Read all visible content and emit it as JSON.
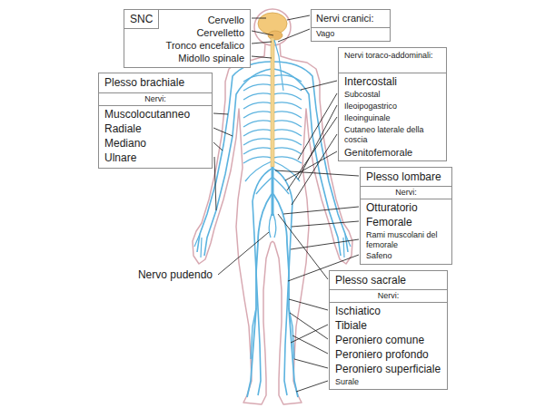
{
  "diagram": {
    "nodes": [
      {
        "text": [
          "SNC",
          "Cervello",
          "Cervelletto",
          "Tronco encefalico",
          "Midollo spinale"
        ]
      },
      {
        "text": [
          "Nervi cranici:",
          "Vago"
        ]
      },
      {
        "text": [
          "Plesso brachiale",
          "Nervi:",
          "Muscolocutanneo",
          "Radiale",
          "Mediano",
          "Ulnare"
        ]
      },
      {
        "text": [
          "Nervi toraco-addominali:",
          "Intercostali",
          "Subcostal",
          "Ileoipogastrico",
          "Ileoinguinale",
          "Cutaneo laterale della coscia",
          "Genitofemorale"
        ]
      },
      {
        "text": [
          "Plesso lombare",
          "Nervi:",
          "Otturatorio",
          "Femorale",
          "Rami muscolani del femorale",
          "Safeno"
        ]
      },
      {
        "text": [
          "Plesso sacrale",
          "Nervi:",
          "Ischiatico",
          "Tibiale",
          "Peroniero comune",
          "Peroniero profondo",
          "Peroniero superficiale",
          "Surale"
        ]
      }
    ],
    "labels": [
      "Nervo pudendo"
    ]
  }
}
